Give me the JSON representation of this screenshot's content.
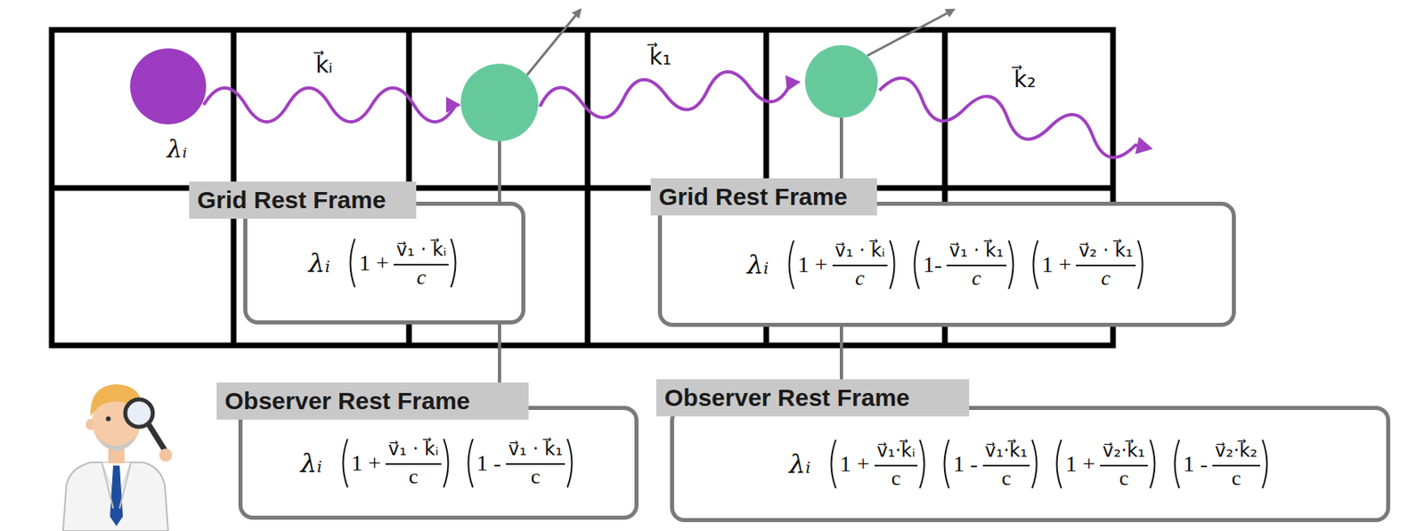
{
  "diagram": {
    "nodes": [
      {
        "text": [
          "Grid Rest Frame",
          "λᵢ",
          "1 +",
          "v⃗₁ · k⃗ᵢ",
          "c"
        ]
      },
      {
        "text": [
          "Grid Rest Frame",
          "λᵢ",
          "1 +",
          "v⃗₁ · k⃗ᵢ",
          "c",
          "1-",
          "v⃗₁ · k⃗₁",
          "c",
          "1 +",
          "v⃗₂ · k⃗₁",
          "c"
        ]
      },
      {
        "text": [
          "Observer Rest Frame",
          "λᵢ",
          "1 +",
          "v⃗₁ · k⃗ᵢ",
          "c",
          "1 -",
          "v⃗₁ · k⃗₁",
          "c"
        ]
      },
      {
        "text": [
          "Observer Rest Frame",
          "λᵢ",
          "1 +",
          "v⃗₁·k⃗ᵢ",
          "c",
          "1 -",
          "v⃗₁·k⃗₁",
          "c",
          "1 +",
          "v⃗₂·k⃗₁",
          "c",
          "1 -",
          "v⃗₂·k⃗₂",
          "c"
        ]
      }
    ],
    "edges": [
      {
        "from": 0,
        "to": 2,
        "arrow": "none"
      },
      {
        "from": 1,
        "to": 3,
        "arrow": "none"
      }
    ],
    "labels": [
      "k⃗ᵢ",
      "k⃗₁",
      "k⃗₂",
      "λᵢ"
    ]
  }
}
